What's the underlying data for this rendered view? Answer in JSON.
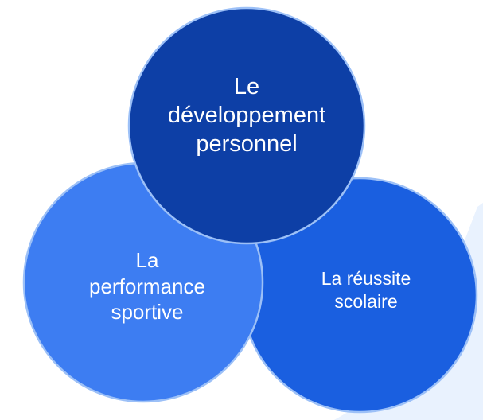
{
  "diagram": {
    "circles": [
      {
        "id": "top",
        "lines": [
          "Le",
          "développement",
          "personnel"
        ],
        "color": "#0d3fa6"
      },
      {
        "id": "left",
        "lines": [
          "La",
          "performance",
          "sportive"
        ],
        "color": "#3d7df2"
      },
      {
        "id": "right",
        "lines": [
          "La réussite",
          "scolaire"
        ],
        "color": "#1a5fe0"
      }
    ],
    "border_color": "#9cc0f7",
    "accent_color": "#e9f2fe"
  }
}
